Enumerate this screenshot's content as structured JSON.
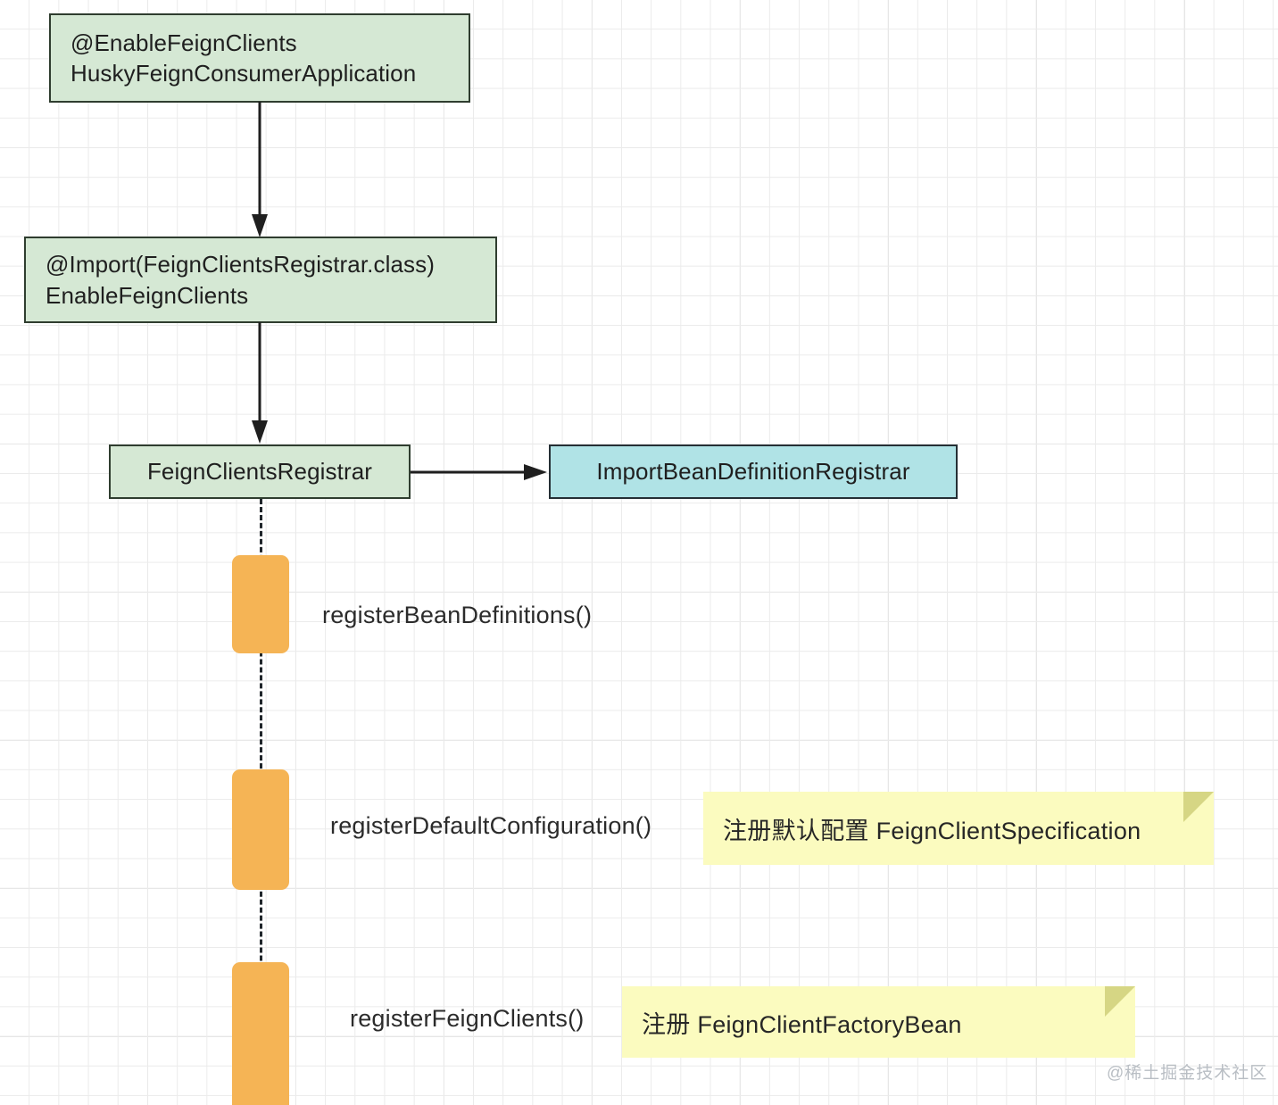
{
  "diagram": {
    "type": "sequence-flow-diagram",
    "background": "white-grid",
    "colors": {
      "green_fill": "#d5e8d4",
      "green_border": "#2f3d2f",
      "blue_fill": "#b0e3e6",
      "blue_border": "#252f35",
      "activation_fill": "#f5b455",
      "note_fill": "#fbfbbf",
      "note_fold": "#d6d684",
      "grid_line": "#ebebeb",
      "text": "#1f1f1f",
      "watermark": "#b9bec4"
    }
  },
  "nodes": {
    "entry": {
      "line1": "@EnableFeignClients",
      "line2": "HuskyFeignConsumerApplication"
    },
    "import_annotation": {
      "line1": "@Import(FeignClientsRegistrar.class)",
      "line2": "EnableFeignClients"
    },
    "registrar": {
      "label": "FeignClientsRegistrar"
    },
    "interface": {
      "label": "ImportBeanDefinitionRegistrar"
    }
  },
  "calls": [
    {
      "label": "registerBeanDefinitions()"
    },
    {
      "label": "registerDefaultConfiguration()"
    },
    {
      "label": "registerFeignClients()"
    }
  ],
  "notes": [
    {
      "text": "注册默认配置  FeignClientSpecification"
    },
    {
      "text": "注册 FeignClientFactoryBean"
    }
  ],
  "watermark": {
    "text": "@稀土掘金技术社区"
  }
}
